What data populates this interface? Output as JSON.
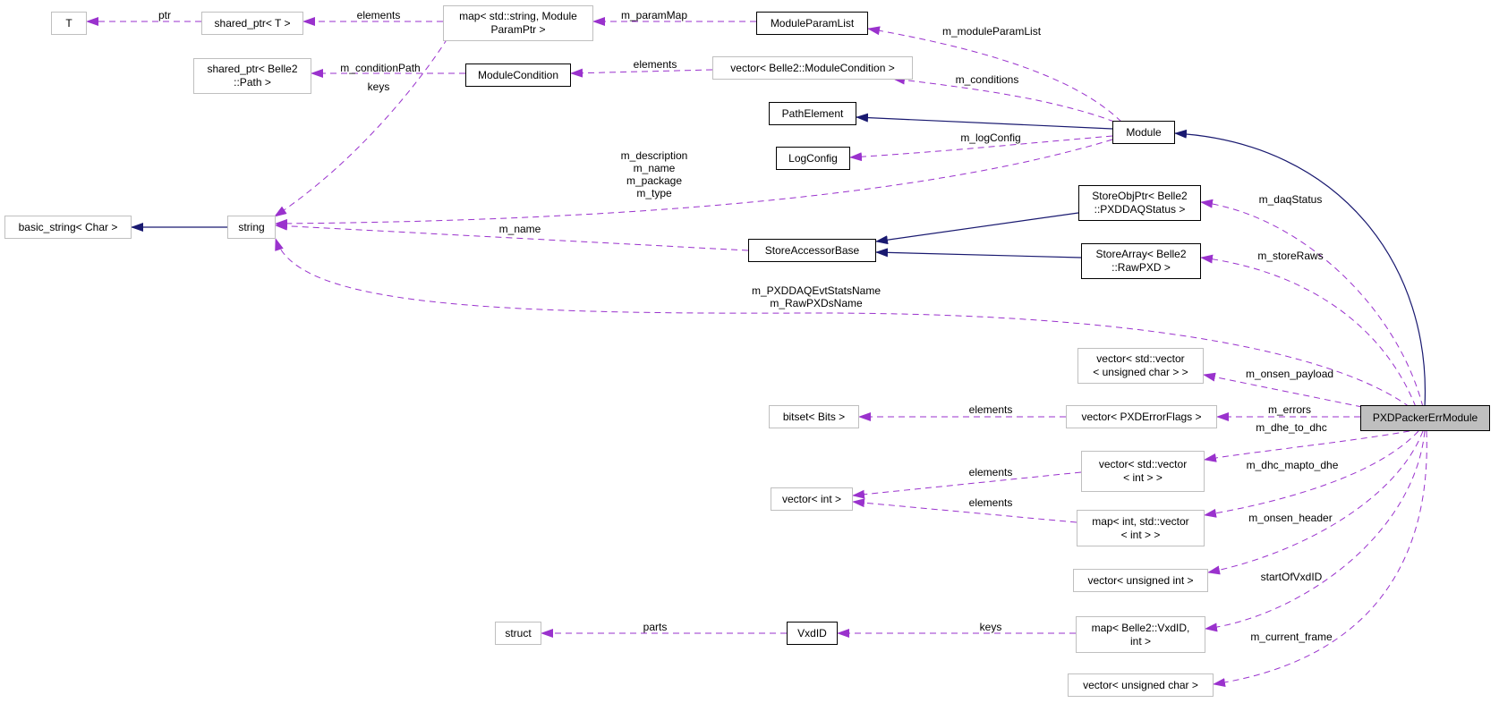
{
  "colors": {
    "inherit": "#191970",
    "usage": "#9a32cd",
    "external_border": "#bfbfbf",
    "main_fill": "#bfbfbf"
  },
  "nodes": {
    "T": "T",
    "shared_ptr_t": "shared_ptr< T >",
    "map_param": "map< std::string, Module\nParamPtr >",
    "module_param_list": "ModuleParamList",
    "shared_ptr_path": "shared_ptr< Belle2\n::Path >",
    "module_condition": "ModuleCondition",
    "vector_module_condition": "vector< Belle2::ModuleCondition >",
    "path_element": "PathElement",
    "module": "Module",
    "log_config": "LogConfig",
    "basic_string": "basic_string< Char >",
    "string": "string",
    "store_accessor_base": "StoreAccessorBase",
    "store_obj_ptr": "StoreObjPtr< Belle2\n::PXDDAQStatus >",
    "store_array": "StoreArray< Belle2\n::RawPXD >",
    "vector_vector_uchar": "vector< std::vector\n< unsigned char > >",
    "bitset": "bitset< Bits >",
    "vector_pxd_error_flags": "vector< PXDErrorFlags >",
    "pxd_packer_err_module": "PXDPackerErrModule",
    "vector_vector_int": "vector< std::vector\n< int > >",
    "vector_int": "vector< int >",
    "map_int_vector": "map< int, std::vector\n< int > >",
    "vector_uint": "vector< unsigned int >",
    "struct": "struct",
    "vxd_id": "VxdID",
    "map_vxdid_int": "map< Belle2::VxdID,\nint >",
    "vector_uchar": "vector< unsigned char >"
  },
  "edge_labels": {
    "ptr": "ptr",
    "elements_shared_ptr": "elements",
    "m_paramMap": "m_paramMap",
    "m_moduleParamList": "m_moduleParamList",
    "m_conditionPath": "m_conditionPath",
    "keys_map_param": "keys",
    "elements_conditions": "elements",
    "m_conditions": "m_conditions",
    "m_logConfig": "m_logConfig",
    "module_string_members": "m_description\nm_name\nm_package\nm_type",
    "m_name": "m_name",
    "m_daqStatus": "m_daqStatus",
    "m_storeRaws": "m_storeRaws",
    "pxd_string_members": "m_PXDDAQEvtStatsName\nm_RawPXDsName",
    "m_onsen_payload": "m_onsen_payload",
    "elements_bitset": "elements",
    "m_errors": "m_errors",
    "m_dhe_to_dhc": "m_dhe_to_dhc",
    "elements_vvi": "elements",
    "m_dhc_mapto_dhe": "m_dhc_mapto_dhe",
    "elements_map_int": "elements",
    "m_onsen_header": "m_onsen_header",
    "startOfVxdID": "startOfVxdID",
    "parts": "parts",
    "keys_vxdid": "keys",
    "m_current_frame": "m_current_frame"
  }
}
